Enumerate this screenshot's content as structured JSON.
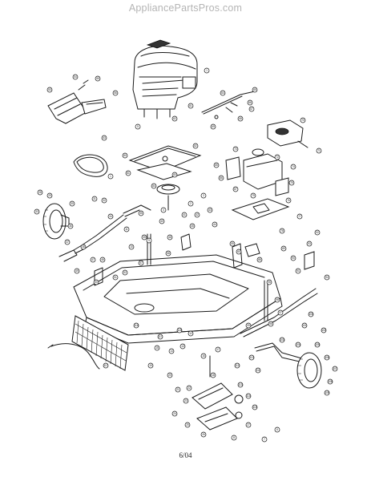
{
  "header": {
    "watermark": "AppliancePartsPros.com"
  },
  "footer": {
    "date_code": "6/04"
  },
  "callouts": [
    "1",
    "2",
    "3",
    "4",
    "5",
    "6",
    "7",
    "8",
    "9",
    "10",
    "11",
    "12",
    "13",
    "14",
    "15",
    "16",
    "17",
    "18",
    "19",
    "20",
    "21",
    "22",
    "23",
    "24",
    "25",
    "26",
    "27",
    "28",
    "29",
    "30",
    "31",
    "32",
    "33",
    "34",
    "35",
    "36",
    "37",
    "38",
    "39",
    "40",
    "41",
    "42",
    "43",
    "44",
    "45",
    "46",
    "47",
    "48",
    "49",
    "50",
    "51",
    "52",
    "53",
    "54",
    "55",
    "56",
    "57",
    "58",
    "59",
    "60",
    "61",
    "62",
    "63",
    "64",
    "65",
    "66",
    "67",
    "68",
    "69",
    "70",
    "71",
    "72",
    "73",
    "74",
    "75",
    "76",
    "77",
    "78",
    "79",
    "80",
    "81",
    "82",
    "83",
    "84",
    "85",
    "86",
    "87",
    "88",
    "89",
    "90",
    "91",
    "92",
    "93",
    "94",
    "95",
    "96",
    "97",
    "98",
    "99",
    "100",
    "101",
    "102",
    "103",
    "104",
    "105",
    "106",
    "107",
    "108",
    "109",
    "110",
    "111",
    "112",
    "113",
    "114",
    "115",
    "116",
    "117",
    "118"
  ]
}
